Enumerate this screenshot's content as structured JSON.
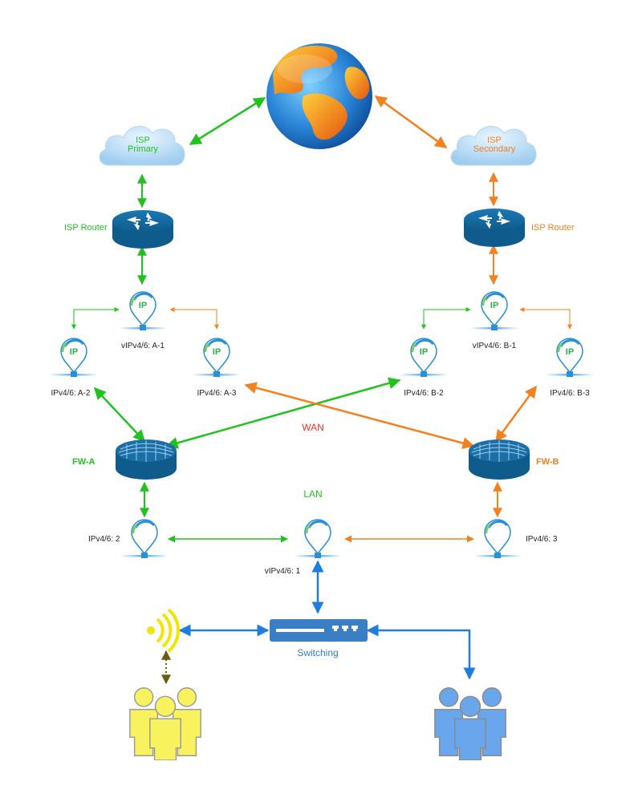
{
  "colors": {
    "green": "#22c21e",
    "orange": "#f48120",
    "red": "#e8342a",
    "blue": "#1e7ee0",
    "router": "#0e5b8c",
    "cloud": "#bfe0f8",
    "user_yellow": "#f7f25e",
    "user_blue": "#6aa6ec",
    "wifi": "#f2e600",
    "dotted": "#6b5a10"
  },
  "clouds": {
    "primary": {
      "line1": "ISP",
      "line2": "Primary",
      "icon": "cloud-icon"
    },
    "secondary": {
      "line1": "ISP",
      "line2": "Secondary",
      "icon": "cloud-icon"
    }
  },
  "routers": {
    "isp_a": "ISP Router",
    "isp_b": "ISP Router"
  },
  "ip_nodes": {
    "va1": "vIPv4/6: A-1",
    "a2": "IPv4/6: A-2",
    "a3": "IPv4/6: A-3",
    "vb1": "vIPv4/6: B-1",
    "b2": "IPv4/6: B-2",
    "b3": "IPv4/6: B-3",
    "lan2": "IPv4/6: 2",
    "lan1": "vIPv4/6: 1",
    "lan3": "IPv4/6:  3",
    "ip_text": "IP"
  },
  "firewalls": {
    "a": "FW-A",
    "b": "FW-B"
  },
  "zones": {
    "wan": "WAN",
    "lan": "LAN"
  },
  "switch": {
    "label": "Switching"
  }
}
